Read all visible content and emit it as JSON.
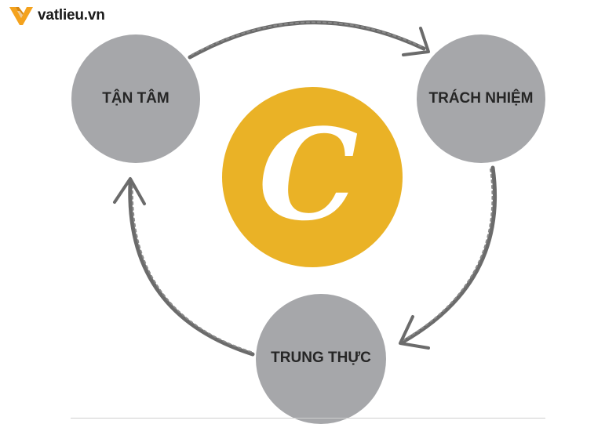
{
  "logo": {
    "text": "vatlieu.vn",
    "icon": "v-chevron-logo-icon",
    "accent_color": "#f4a21d"
  },
  "diagram": {
    "center": {
      "letter": "C",
      "color": "#eab226"
    },
    "nodes": [
      {
        "id": "tan-tam",
        "label": "TẬN TÂM"
      },
      {
        "id": "trach-nhiem",
        "label": "TRÁCH NHIỆM"
      },
      {
        "id": "trung-thuc",
        "label": "TRUNG THỰC"
      }
    ],
    "node_color": "#a6a7aa",
    "arrow_color": "#6b6b6b",
    "flow": [
      "TẬN TÂM",
      "TRÁCH NHIỆM",
      "TRUNG THỰC",
      "TẬN TÂM"
    ]
  }
}
